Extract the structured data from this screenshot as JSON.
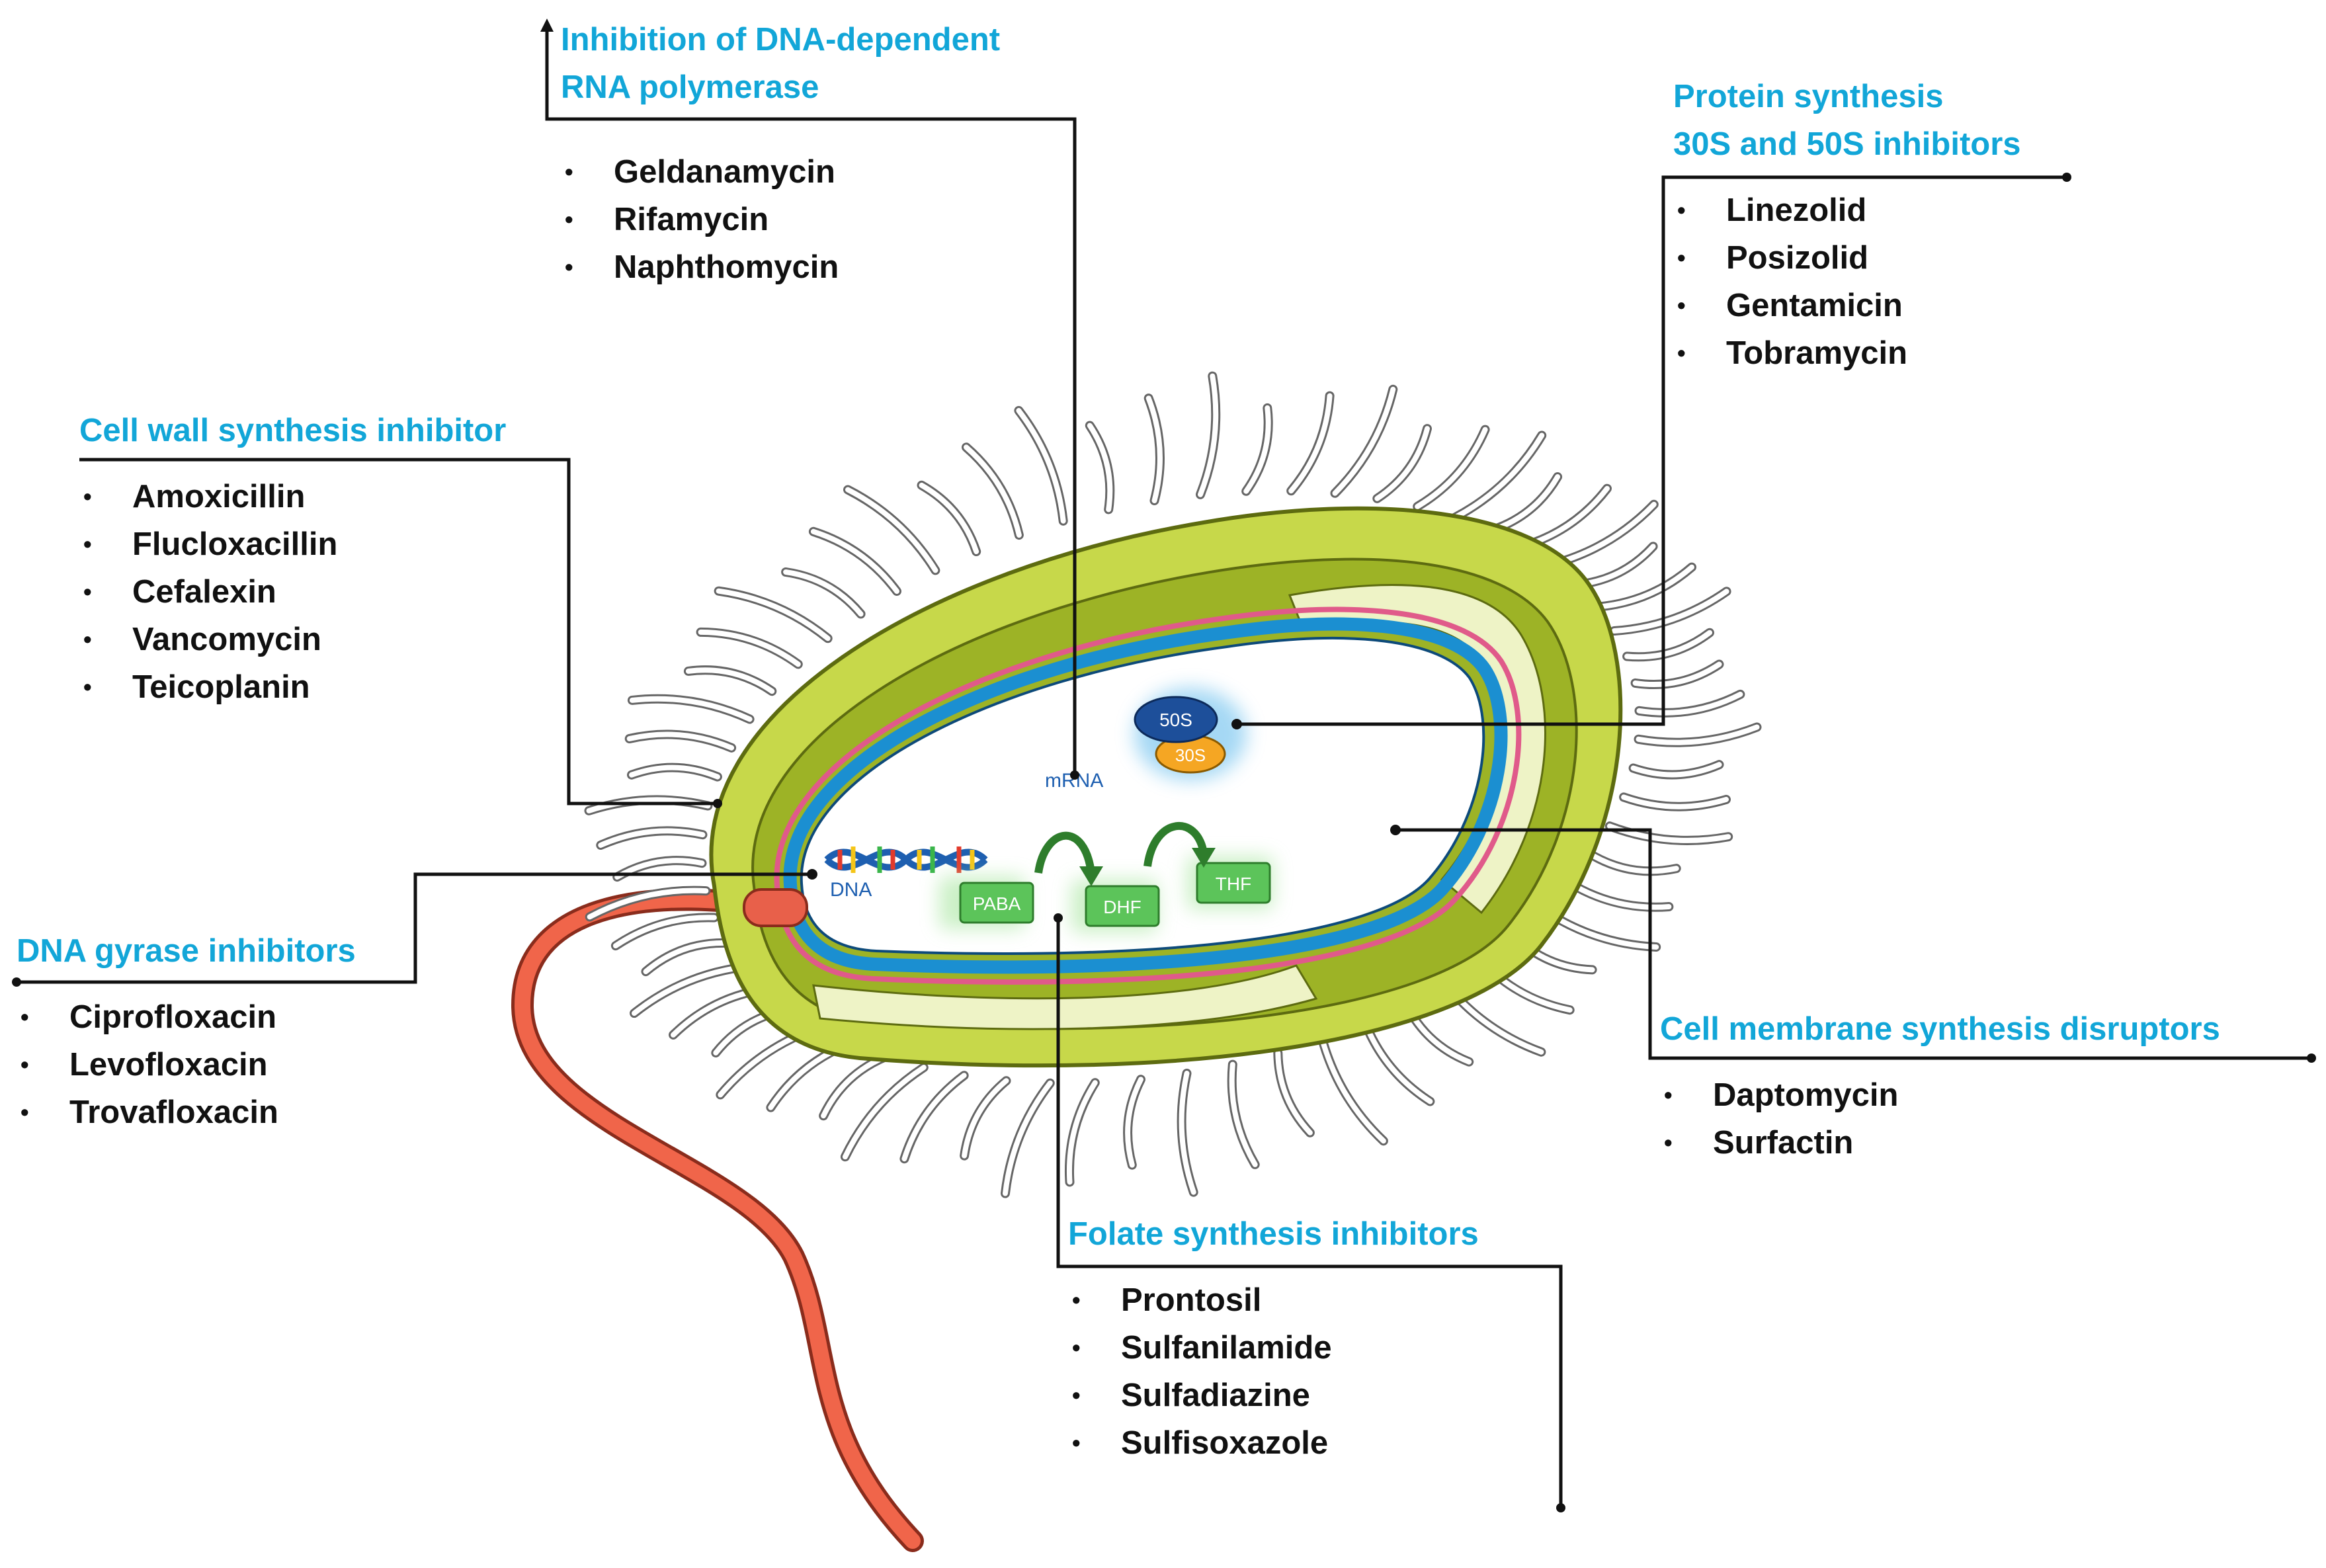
{
  "annotations": {
    "rna_polymerase": {
      "title_lines": [
        "Inhibition of DNA-dependent",
        "RNA polymerase"
      ],
      "drugs": [
        "Geldanamycin",
        "Rifamycin",
        "Naphthomycin"
      ]
    },
    "protein_synthesis": {
      "title_lines": [
        "Protein synthesis",
        "30S and 50S inhibitors"
      ],
      "drugs": [
        "Linezolid",
        "Posizolid",
        "Gentamicin",
        "Tobramycin"
      ]
    },
    "cell_wall": {
      "title_lines": [
        "Cell wall synthesis inhibitor"
      ],
      "drugs": [
        "Amoxicillin",
        "Flucloxacillin",
        "Cefalexin",
        "Vancomycin",
        "Teicoplanin"
      ]
    },
    "dna_gyrase": {
      "title_lines": [
        "DNA gyrase inhibitors"
      ],
      "drugs": [
        "Ciprofloxacin",
        "Levofloxacin",
        "Trovafloxacin"
      ]
    },
    "cell_membrane": {
      "title_lines": [
        "Cell membrane synthesis disruptors"
      ],
      "drugs": [
        "Daptomycin",
        "Surfactin"
      ]
    },
    "folate": {
      "title_lines": [
        "Folate synthesis inhibitors"
      ],
      "drugs": [
        "Prontosil",
        "Sulfanilamide",
        "Sulfadiazine",
        "Sulfisoxazole"
      ]
    }
  },
  "cell_labels": {
    "mrna": "mRNA",
    "dna": "DNA",
    "ribosome_large": "50S",
    "ribosome_small": "30S",
    "paba": "PABA",
    "dhf": "DHF",
    "thf": "THF"
  },
  "colors": {
    "title": "#12a6d8",
    "drug_text": "#111111",
    "capsule": "#c7d84a",
    "wall_dark": "#9db326",
    "wall_light": "#eef3c6",
    "membrane_blue": "#1b8fd1",
    "membrane_pink": "#e05a8a",
    "flagellum": "#f0654a",
    "ribosome_50s": "#1d4f9a",
    "ribosome_30s": "#f5a623",
    "folate_box": "#5cc45a"
  }
}
